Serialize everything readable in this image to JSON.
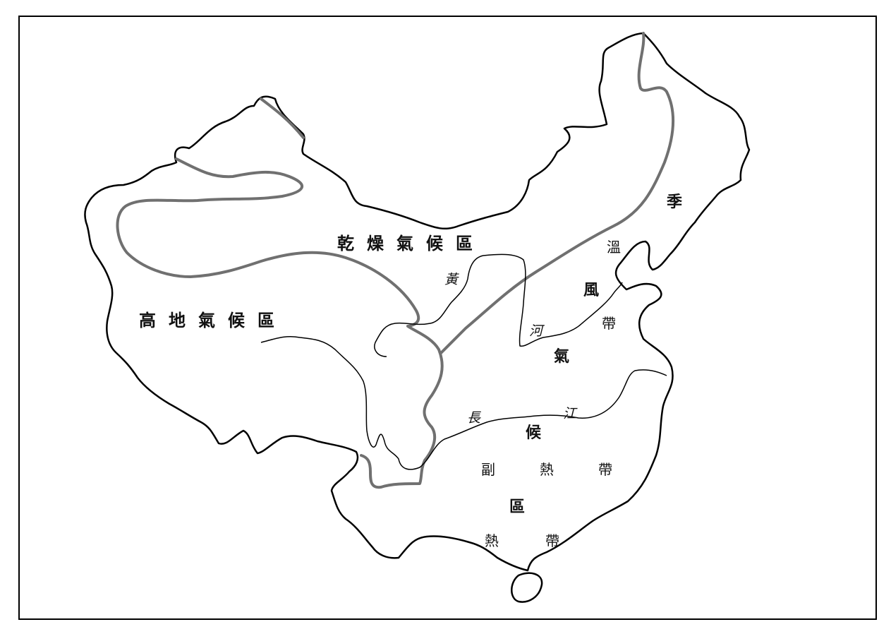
{
  "map": {
    "colors": {
      "outline": "#000000",
      "boundary": "#707070",
      "river": "#000000"
    },
    "regions": {
      "arid": "乾燥氣候區",
      "highland": "高地氣候區",
      "monsoon": [
        "季",
        "風",
        "氣",
        "候",
        "區"
      ],
      "temperate": [
        "溫",
        "帶"
      ],
      "subtropical": [
        "副",
        "熱",
        "帶"
      ],
      "tropical": [
        "熱",
        "帶"
      ]
    },
    "rivers": {
      "yellow": [
        "黃",
        "河"
      ],
      "yangtze": [
        "長",
        "江"
      ]
    }
  }
}
